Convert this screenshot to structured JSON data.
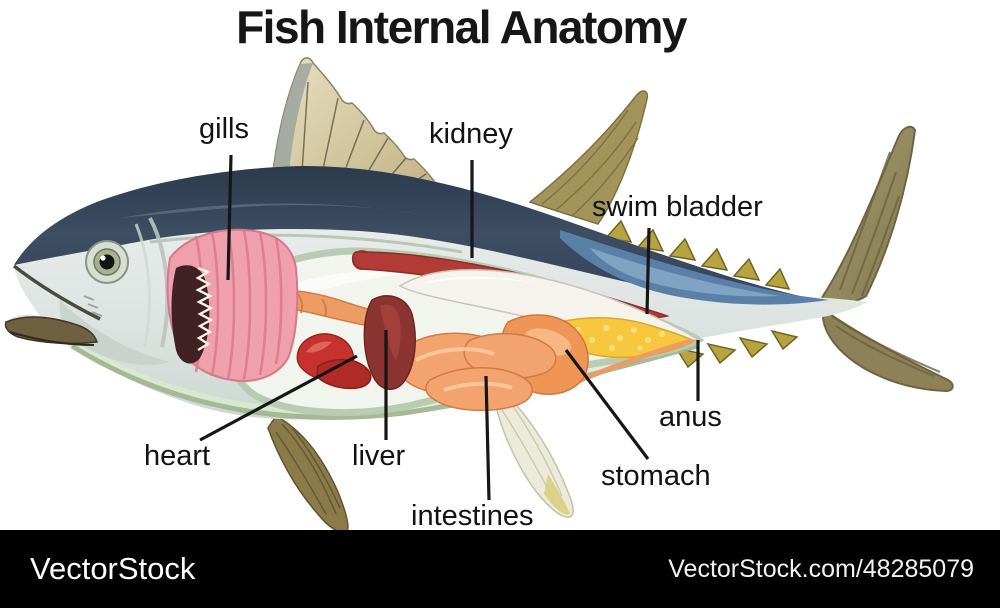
{
  "title": "Fish Internal Anatomy",
  "anatomy": {
    "labels": [
      {
        "id": "gills",
        "text": "gills"
      },
      {
        "id": "kidney",
        "text": "kidney"
      },
      {
        "id": "swim-bladder",
        "text": "swim bladder"
      },
      {
        "id": "heart",
        "text": "heart"
      },
      {
        "id": "liver",
        "text": "liver"
      },
      {
        "id": "intestines",
        "text": "intestines"
      },
      {
        "id": "stomach",
        "text": "stomach"
      },
      {
        "id": "anus",
        "text": "anus"
      }
    ]
  },
  "watermark": {
    "brand": "VectorStock",
    "url": "VectorStock.com/48285079",
    "bar_color": "#000000",
    "text_color": "#ffffff"
  },
  "colors": {
    "title_text": "#161616",
    "label_text": "#121212",
    "leader_line": "#161616",
    "fish_back_dark": "#37475b",
    "fish_back_blue": "#5b80a8",
    "fish_body_silver": "#e2e7e5",
    "belly_green": "#9db48e",
    "fin_tan": "#c8b98a",
    "fin_olive": "#a3955a",
    "finlet_yellow": "#b7a440",
    "gills_pink": "#f0a0ac",
    "kidney_red": "#b23a37",
    "swim_bladder_white": "#f5f3ec",
    "heart_red": "#c6332e",
    "liver_maroon": "#8c3431",
    "intestines_salmon": "#f3a36d",
    "stomach_orange": "#ef9556",
    "gonad_yellow": "#f7c73e"
  }
}
